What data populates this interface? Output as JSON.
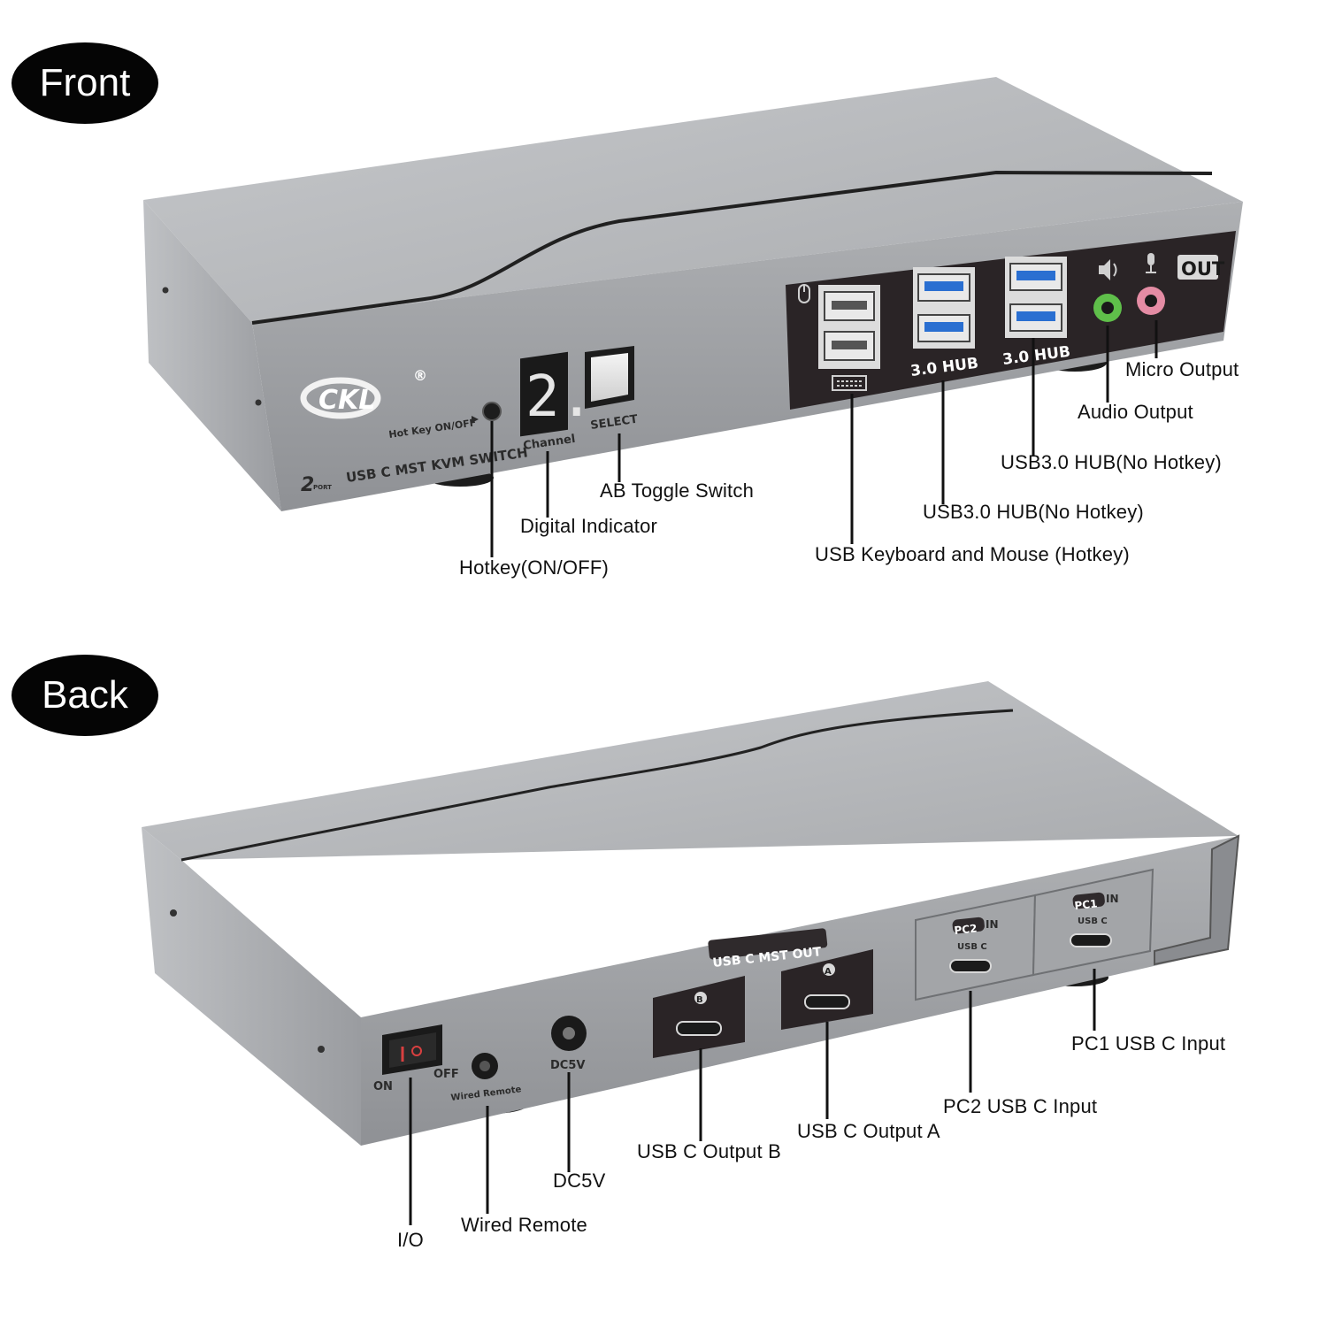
{
  "sections": {
    "front": "Front",
    "back": "Back"
  },
  "front_panel": {
    "brand": "CKL",
    "registered": "®",
    "hotkey_label": "Hot Key ON/OFF",
    "channel_digit": "2.",
    "channel_label": "Channel",
    "select_label": "SELECT",
    "model_port_count": "2",
    "model_port_word": "PORT",
    "model_text": "USB C MST KVM SWITCH",
    "hub_label_1": "3.0 HUB",
    "hub_label_2": "3.0 HUB",
    "out_label": "OUT"
  },
  "back_panel": {
    "switch_on": "ON",
    "switch_off": "OFF",
    "remote_label": "Wired Remote",
    "dc_label": "DC5V",
    "mst_out_label": "USB C MST OUT",
    "port_b": "B",
    "port_a": "A",
    "pc2_label": "PC2",
    "pc1_label": "PC1",
    "in_label": "IN",
    "usbc_small_1": "USB C",
    "usbc_small_2": "USB C"
  },
  "front_callouts": {
    "micro_output": "Micro Output",
    "audio_output": "Audio Output",
    "usb30_hub_1": "USB3.0 HUB(No Hotkey)",
    "usb30_hub_2": "USB3.0 HUB(No Hotkey)",
    "kb_mouse": "USB Keyboard and Mouse (Hotkey)",
    "ab_toggle": "AB Toggle Switch",
    "digital_indicator": "Digital Indicator",
    "hotkey": "Hotkey(ON/OFF)"
  },
  "back_callouts": {
    "pc1_input": "PC1 USB C Input",
    "pc2_input": "PC2 USB C Input",
    "output_a": "USB C Output A",
    "output_b": "USB C Output B",
    "dc5v": "DC5V",
    "wired_remote": "Wired Remote",
    "io": "I/O"
  },
  "colors": {
    "chassis_top": "#b4b6b9",
    "chassis_face": "#9c9ea2",
    "panel_dark": "#2a2426",
    "usb3_blue": "#2a6fd1",
    "audio_green": "#5fbf4a",
    "mic_pink": "#e48ca4"
  }
}
